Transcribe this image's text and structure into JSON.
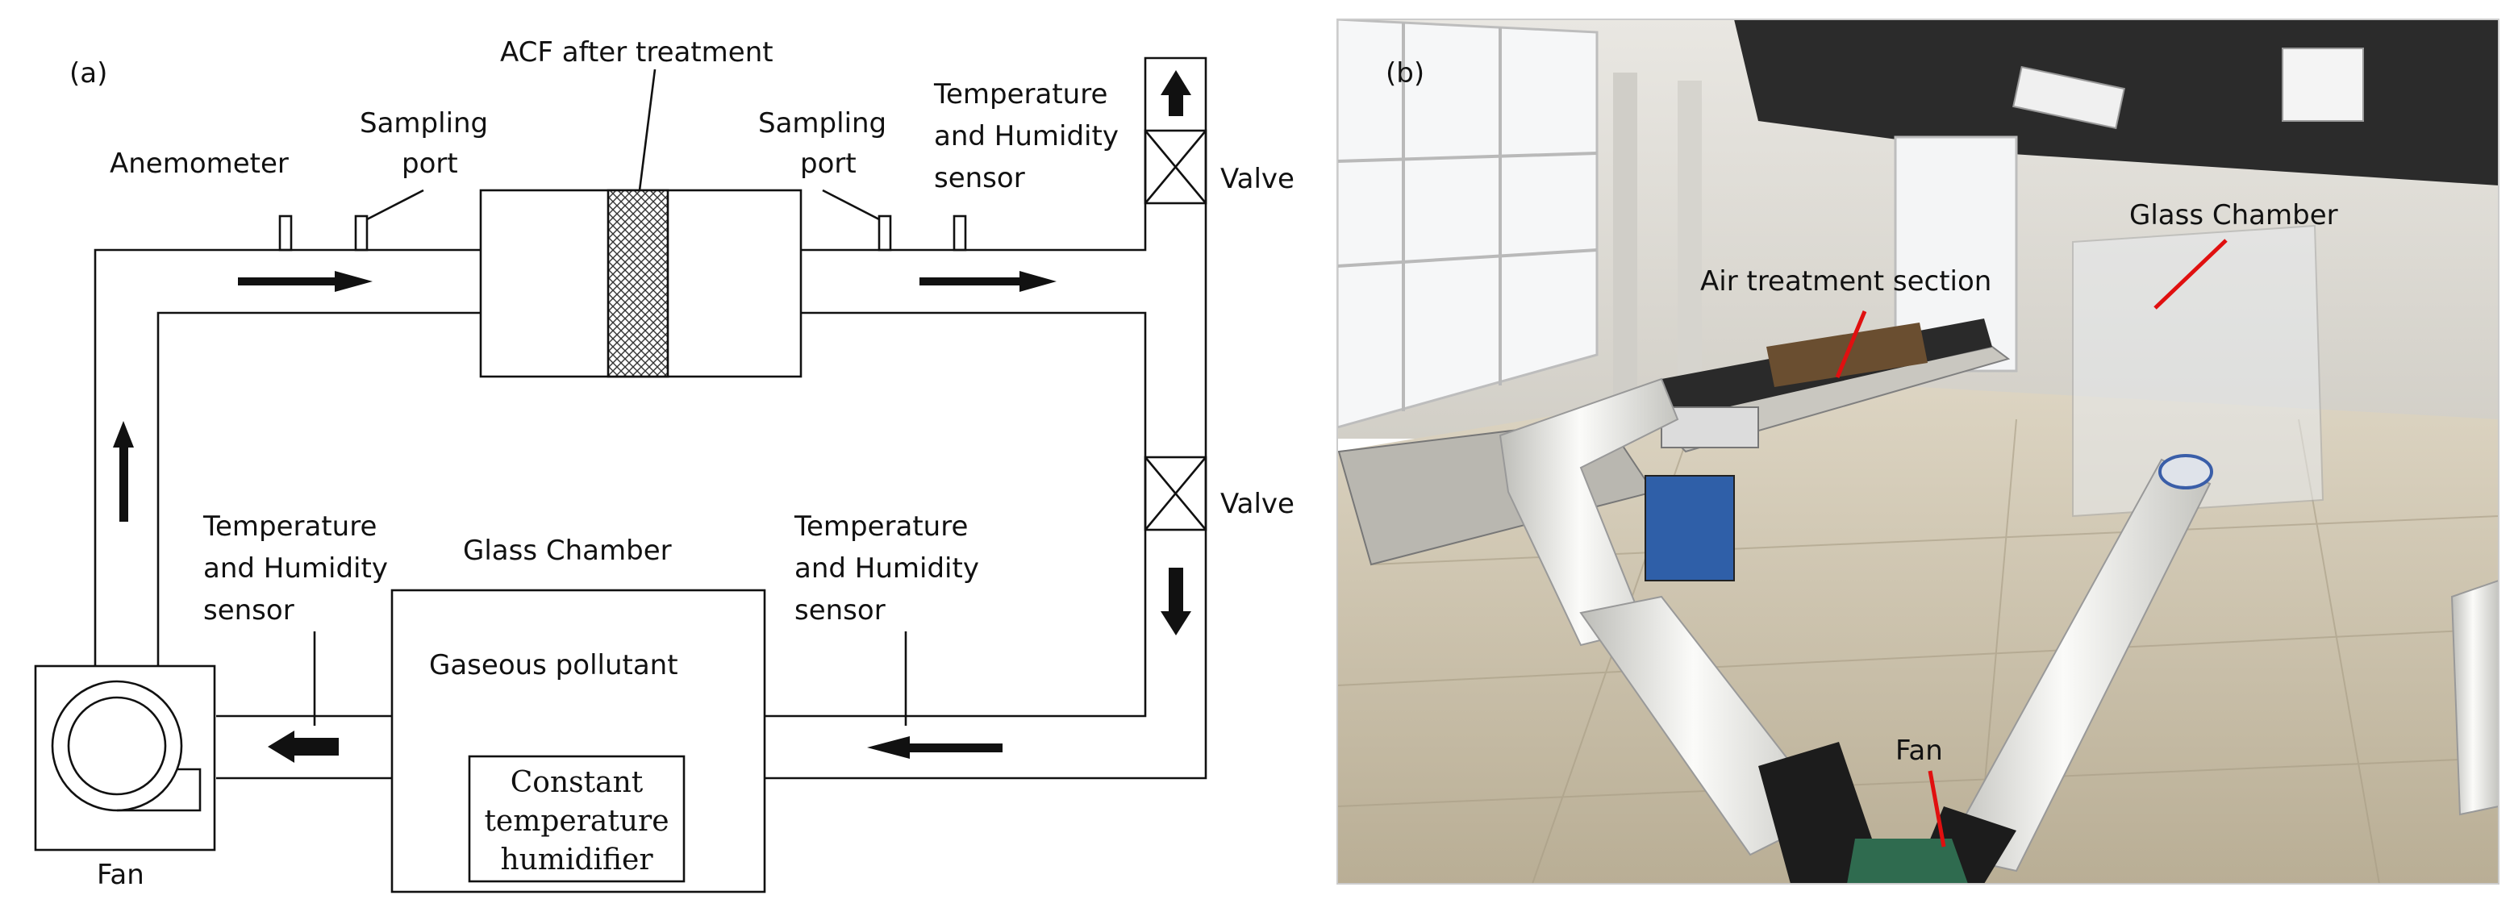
{
  "panel_a": {
    "panel_label": "(a)",
    "labels": {
      "anemometer": "Anemometer",
      "sampling_port_left_1": "Sampling",
      "sampling_port_left_2": "port",
      "acf": "ACF after treatment",
      "sampling_port_right_1": "Sampling",
      "sampling_port_right_2": "port",
      "th_top_1": "Temperature",
      "th_top_2": "and Humidity",
      "th_top_3": "sensor",
      "valve_top": "Valve",
      "valve_mid": "Valve",
      "th_left_1": "Temperature",
      "th_left_2": "and Humidity",
      "th_left_3": "sensor",
      "glass_chamber": "Glass Chamber",
      "th_right_1": "Temperature",
      "th_right_2": "and Humidity",
      "th_right_3": "sensor",
      "gaseous_pollutant": "Gaseous pollutant",
      "humidifier_1": "Constant",
      "humidifier_2": "temperature",
      "humidifier_3": "humidifier",
      "fan": "Fan"
    }
  },
  "panel_b": {
    "panel_label": "(b)",
    "labels": {
      "glass_chamber": "Glass Chamber",
      "air_treatment": "Air treatment section",
      "fan": "Fan"
    }
  },
  "colors": {
    "line": "#111111",
    "annotation": "#e01010",
    "photo_floor": "#cfc6b2",
    "photo_wall": "#dedcd6",
    "pipe": "#f2f2f0"
  }
}
